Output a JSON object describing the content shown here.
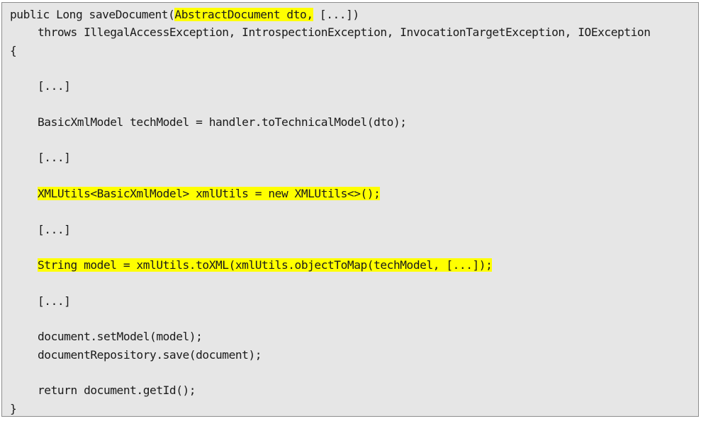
{
  "code": {
    "sig_prefix": "public Long saveDocument(",
    "sig_highlight": "AbstractDocument dto,",
    "sig_suffix": " [...])",
    "throws_line": "throws IllegalAccessException, IntrospectionException, InvocationTargetException, IOException",
    "open_brace": "{",
    "ellipsis_1": "[...]",
    "tech_model_line": "BasicXmlModel techModel = handler.toTechnicalModel(dto);",
    "ellipsis_2": "[...]",
    "xmlutils_line": "XMLUtils<BasicXmlModel> xmlUtils = new XMLUtils<>();",
    "ellipsis_3": "[...]",
    "model_line": "String model = xmlUtils.toXML(xmlUtils.objectToMap(techModel, [...]);",
    "ellipsis_4": "[...]",
    "set_model_line": "document.setModel(model);",
    "save_line": "documentRepository.save(document);",
    "return_line": "return document.getId();",
    "close_brace": "}"
  },
  "colors": {
    "highlight": "#ffff00",
    "background": "#e6e6e6",
    "border": "#8c8c8c"
  }
}
